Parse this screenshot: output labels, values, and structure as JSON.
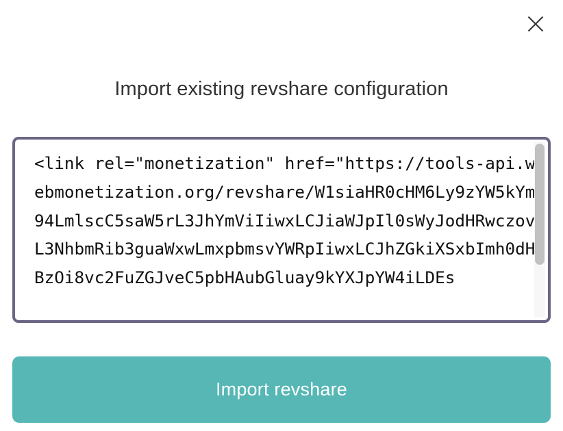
{
  "modal": {
    "title": "Import existing revshare configuration",
    "close_icon": "close-icon",
    "close_label": "Close"
  },
  "config_field": {
    "name": "revshare-config-input",
    "placeholder": "",
    "value": "<link rel=\"monetization\" href=\"https://tools-api.webmonetization.org/revshare/W1siaHR0cHM6Ly9zYW5kYm94LmlscC5saW5rL3JhYmViIiwxLCJiaWJpIl0sWyJodHRwczovL3NhbmRib3guaWxwLmxpbmsvYWRpIiwxLCJhZGkiXSxbImh0dHBzOi8vc2FuZGJveC5pbHAubGluay9kYXJpYW4iLDEs",
    "lines": [
      "<link rel=\"monetization\" href=\"https://",
      "tools-api.webmonetization.org/revshare/",
      "W1siaHR0cHM6Ly9zYW5kYm94LmlscC5saW5rL3JhY",
      "mViIiwxLCJiaWJpIl0sWyJodHRwczovL3NhbmRib3",
      "guaWxwLmxpbmsvYWRpIiwxLCJhZGkiXSxbImh0dHB",
      "zOi8vc2FuZGJveC5pbHAubGluay9kYXJpYW4iLDEs"
    ],
    "scroll": {
      "thumb_position_percent": 0,
      "thumb_size_percent": 69
    }
  },
  "actions": {
    "submit_label": "Import revshare"
  },
  "colors": {
    "accent": "#56b7b5",
    "field_border": "#6b6585",
    "title_text": "#333333",
    "body_text": "#111111",
    "background": "#ffffff",
    "scrollbar_thumb": "#c1c1c1",
    "scrollbar_track": "#f7f7f7"
  }
}
